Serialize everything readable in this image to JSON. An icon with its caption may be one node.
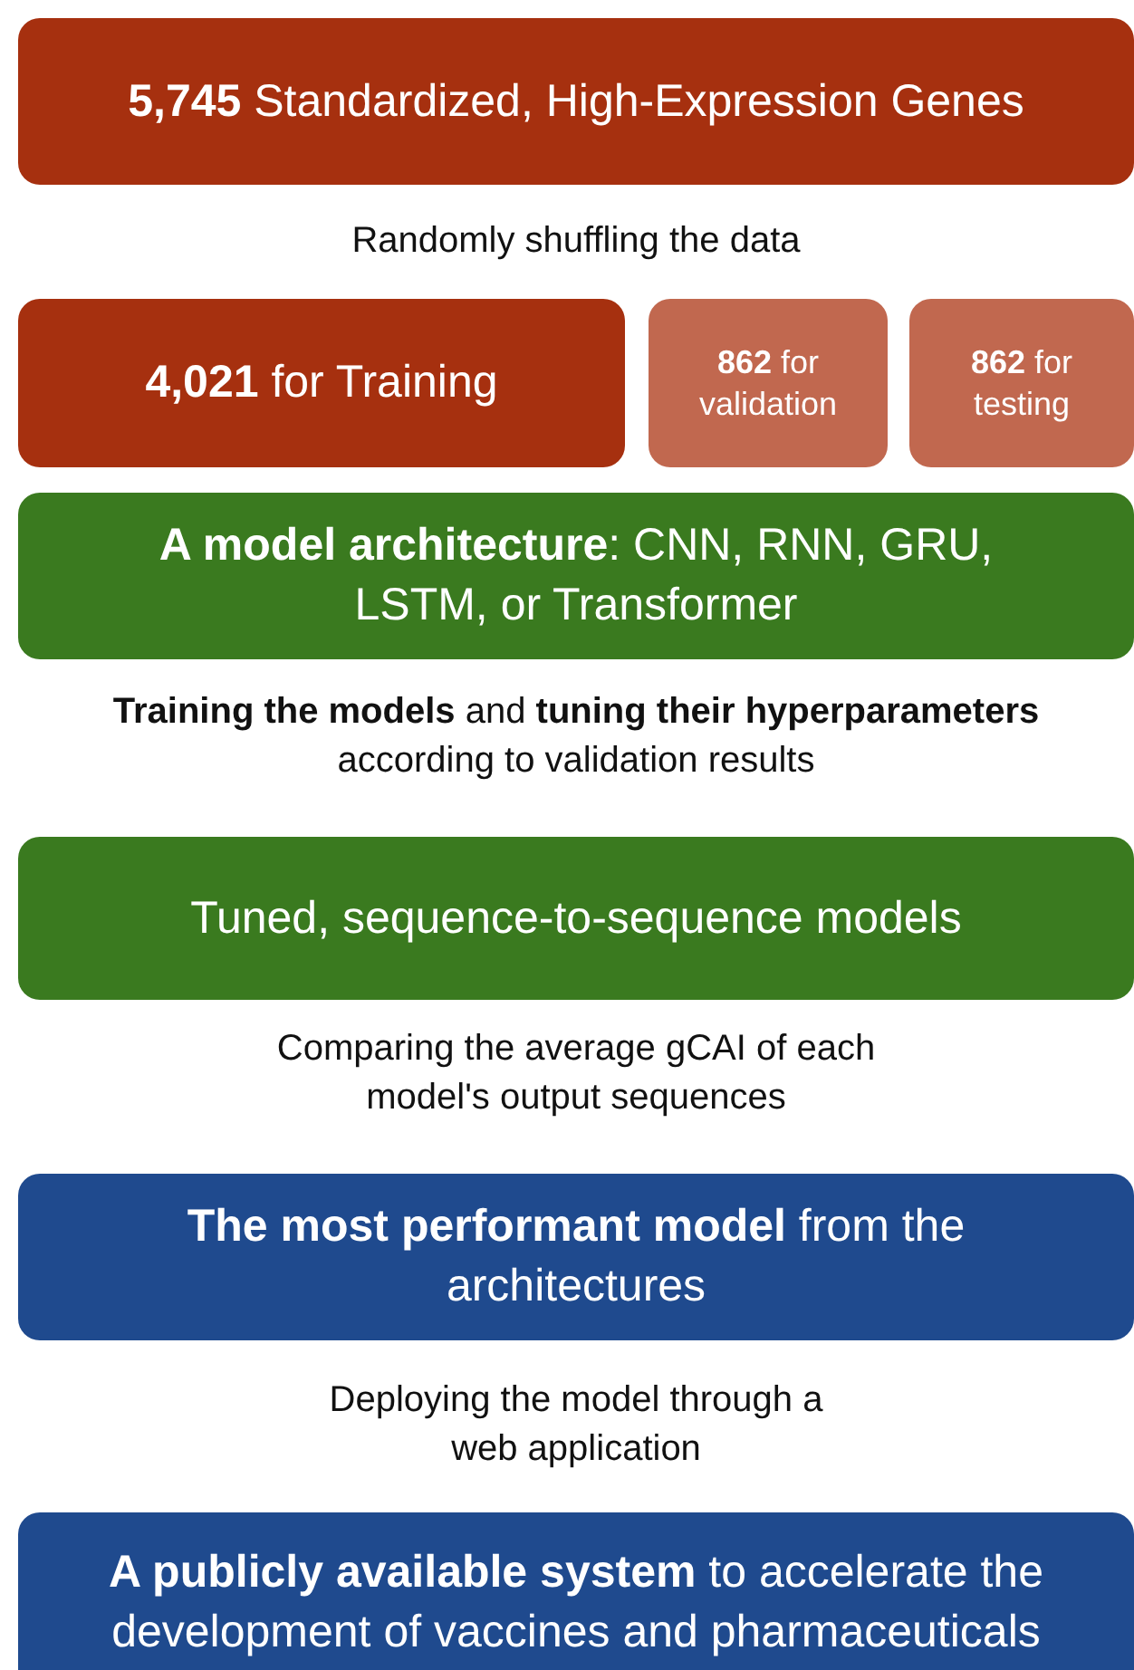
{
  "diagram": {
    "nodes": [
      {
        "text": [
          "**5,745** Standardized, High-Expression Genes"
        ]
      },
      {
        "text": [
          "**4,021** for Training"
        ]
      },
      {
        "text": [
          "**862** for validation"
        ]
      },
      {
        "text": [
          "**862** for testing"
        ]
      },
      {
        "text": [
          "**A model architecture**: CNN, RNN, GRU, LSTM, or Transformer"
        ]
      },
      {
        "text": [
          "Tuned, sequence-to-sequence models"
        ]
      },
      {
        "text": [
          "**The most performant model** from the architectures"
        ]
      },
      {
        "text": [
          "**A publicly available system** to accelerate the development of vaccines and pharmaceuticals"
        ]
      }
    ],
    "edges": [],
    "labels": [
      "Randomly shuffling the data",
      "**Training the models** and **tuning their hyperparameters** according to validation results",
      "Comparing the average gCAI of each model's output sequences",
      "Deploying the model through a web application"
    ]
  }
}
